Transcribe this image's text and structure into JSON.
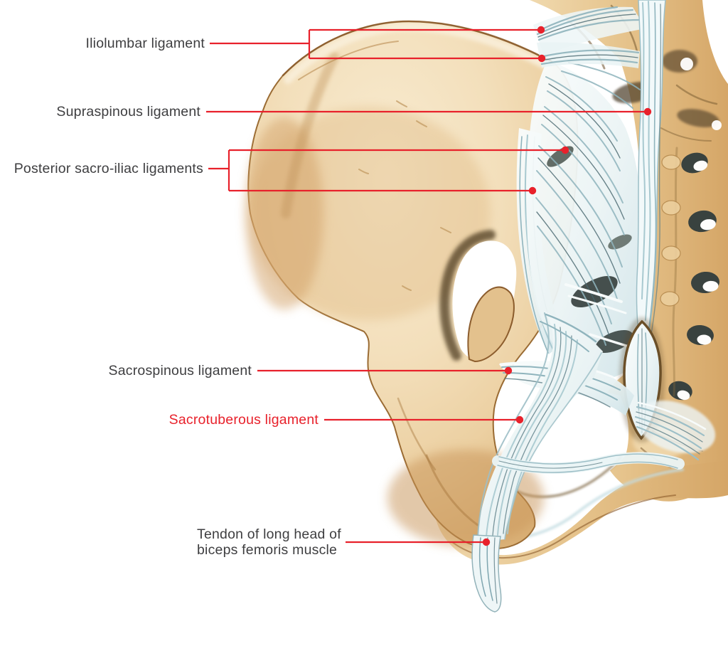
{
  "figure": {
    "type": "anatomical-diagram",
    "subject": "Posterior ligaments of the pelvis (hip bone, sacrum and vertebral column, posterior view)",
    "background_color": "#ffffff"
  },
  "style": {
    "leader_color": "#e8212b",
    "label_color": "#3e3e40",
    "highlight_label_color": "#e8212b",
    "bone_light_color": "#f6e8cb",
    "bone_mid_color": "#e7c document",
    "bone_shadow_color": "#c9945a",
    "ligament_color": "#e9f3f5",
    "ligament_fiber_color": "#8fb4bd"
  },
  "annotations": [
    {
      "id": "iliolumbar-ligament",
      "text": "Iliolumbar ligament",
      "emphasis": false
    },
    {
      "id": "supraspinous-ligament",
      "text": "Supraspinous ligament",
      "emphasis": false
    },
    {
      "id": "posterior-sacro-iliac-ligaments",
      "text": "Posterior sacro-iliac ligaments",
      "emphasis": false
    },
    {
      "id": "sacrospinous-ligament",
      "text": "Sacrospinous ligament",
      "emphasis": false
    },
    {
      "id": "sacrotuberous-ligament",
      "text": "Sacrotuberous ligament",
      "emphasis": true
    },
    {
      "id": "tendon-long-head-biceps-femoris",
      "text": "Tendon of long head of\nbiceps femoris muscle",
      "emphasis": false
    }
  ]
}
